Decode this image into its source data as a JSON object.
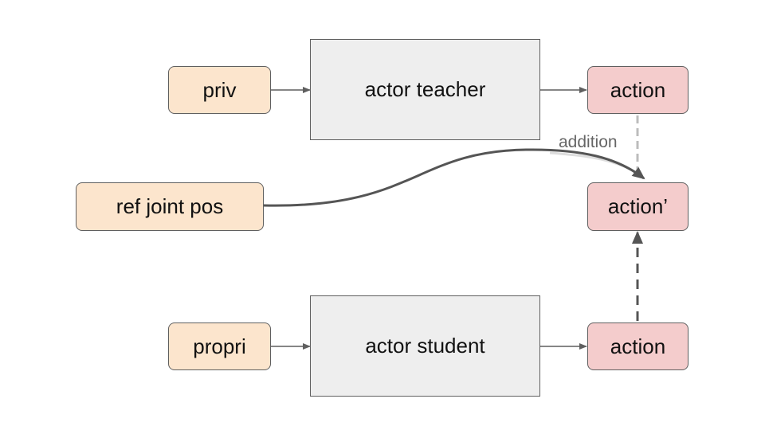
{
  "nodes": {
    "priv": "priv",
    "actor_teacher": "actor teacher",
    "action_teacher": "action",
    "ref_joint_pos": "ref joint pos",
    "action_prime": "action’",
    "propri": "propri",
    "actor_student": "actor student",
    "action_student": "action"
  },
  "edges": {
    "addition_label": "addition"
  },
  "colors": {
    "input_fill": "#fce5cd",
    "actor_fill": "#eeeeee",
    "action_fill": "#f4cccc",
    "stroke": "#5f5f5f",
    "teacher_link": "#bcbcbc",
    "label_text": "#666666"
  }
}
